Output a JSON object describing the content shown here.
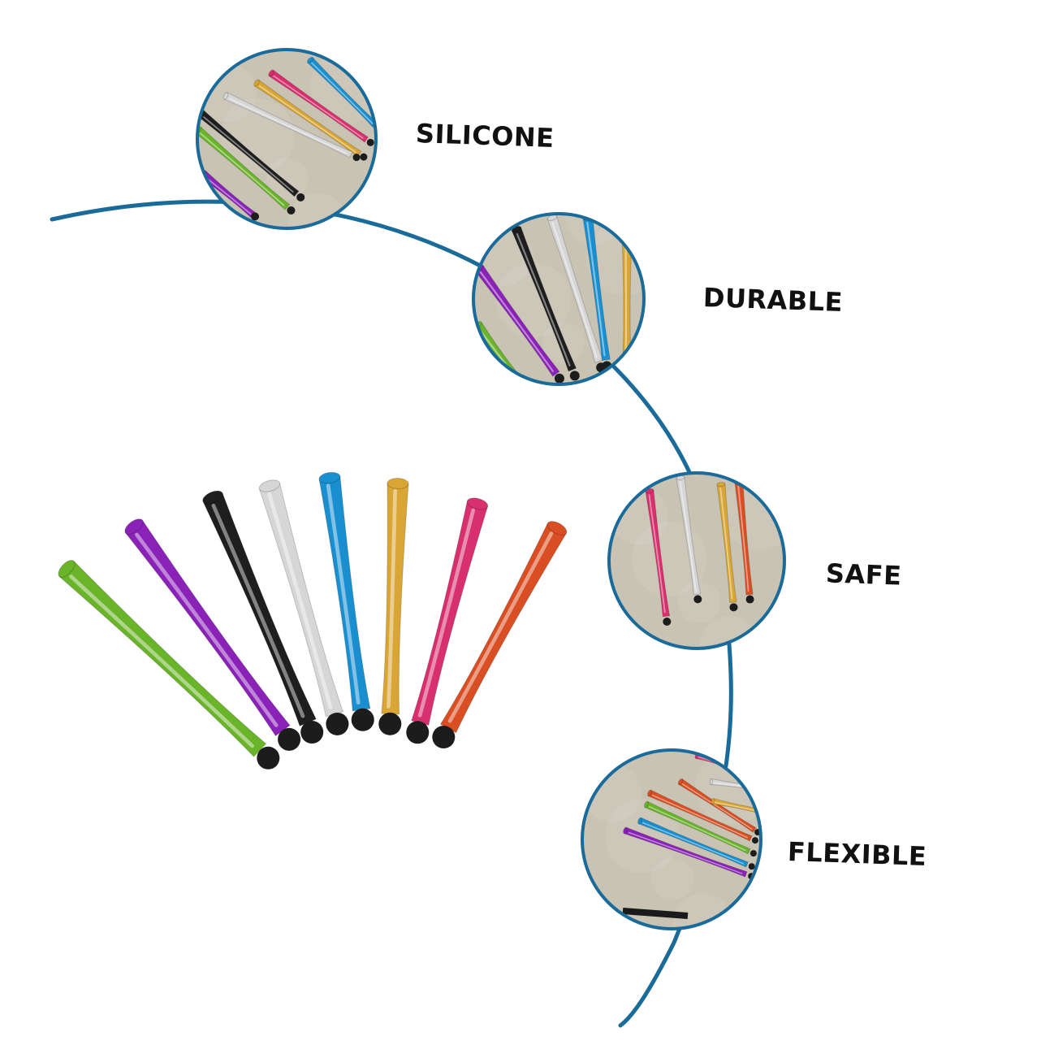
{
  "colors": {
    "curve": "#1b6b9a",
    "background": "#ffffff",
    "label": "#111111",
    "photo_bg": "#c9c3b4",
    "photo_border": "#1b6b9a",
    "stylus_tip": "#1c1c1c"
  },
  "features": [
    {
      "label": "SILICONE"
    },
    {
      "label": "DURABLE"
    },
    {
      "label": "SAFE"
    },
    {
      "label": "FLEXIBLE"
    }
  ],
  "stylus_colors": [
    {
      "name": "green",
      "hex": "#6ab42a"
    },
    {
      "name": "purple",
      "hex": "#8a22b8"
    },
    {
      "name": "black",
      "hex": "#1e1e1e"
    },
    {
      "name": "silver",
      "hex": "#d6d6d6"
    },
    {
      "name": "blue",
      "hex": "#1a8fd0"
    },
    {
      "name": "gold",
      "hex": "#d9a636"
    },
    {
      "name": "pink",
      "hex": "#d8306e"
    },
    {
      "name": "orange",
      "hex": "#d94f23"
    }
  ]
}
